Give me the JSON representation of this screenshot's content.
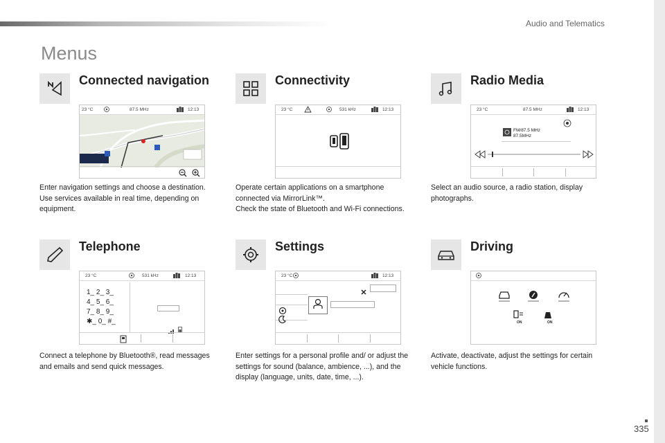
{
  "header": {
    "section_title": "Audio and Telematics"
  },
  "page": {
    "title": "Menus",
    "number": "335"
  },
  "sections": {
    "navigation": {
      "title": "Connected navigation",
      "status": {
        "temp": "23 °C",
        "freq": "87.5 MHz",
        "time": "12:13"
      },
      "desc": [
        "Enter navigation settings and choose a destination.",
        "Use services available in real time, depending on equipment."
      ]
    },
    "connectivity": {
      "title": "Connectivity",
      "status": {
        "temp": "23 °C",
        "freq": "531 kHz",
        "time": "12:13"
      },
      "desc": [
        "Operate certain applications on a smartphone connected via MirrorLink™.",
        "Check the state of Bluetooth and Wi-Fi connections."
      ]
    },
    "radio": {
      "title": "Radio Media",
      "status": {
        "temp": "23 °C",
        "freq": "87.5 MHz",
        "time": "12:13"
      },
      "station_line1": "FM/87.5 MHz",
      "station_line2": "87.5MHz",
      "desc": [
        "Select an audio source, a radio station, display photographs."
      ]
    },
    "telephone": {
      "title": "Telephone",
      "status": {
        "temp": "23 °C",
        "freq": "531 kHz",
        "time": "12:13"
      },
      "keypad": [
        "1_ 2_ 3_",
        "4_ 5_ 6_",
        "7_ 8_ 9_",
        "✱_ 0_ #_"
      ],
      "desc": [
        "Connect a telephone by Bluetooth®, read messages and emails and send quick messages."
      ]
    },
    "settings": {
      "title": "Settings",
      "status": {
        "temp": "23 °C",
        "time": "12:13"
      },
      "desc": [
        "Enter settings for a personal profile and/ or adjust the settings for sound (balance, ambience, ...), and the display (language, units, date, time, ...)."
      ]
    },
    "driving": {
      "title": "Driving",
      "on1": "ON",
      "on2": "ON",
      "desc": [
        "Activate, deactivate, adjust the settings for certain vehicle functions."
      ]
    }
  }
}
